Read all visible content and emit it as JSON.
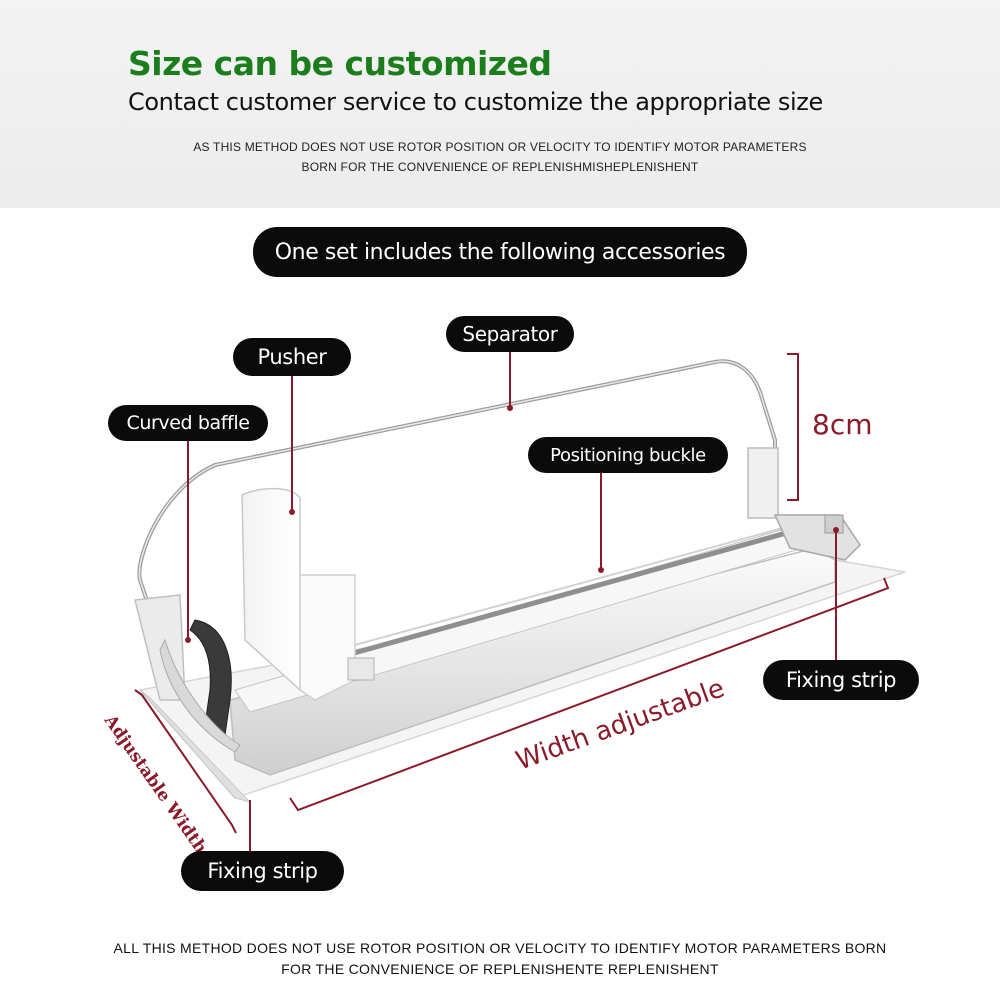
{
  "header": {
    "title": "Size can be customized",
    "subtitle": "Contact customer service to customize the appropriate size",
    "note_line1": "AS THIS METHOD DOES NOT USE ROTOR POSITION OR VELOCITY TO IDENTIFY MOTOR PARAMETERS",
    "note_line2": "BORN FOR THE CONVENIENCE OF REPLENISHMISHEPLENISHENT"
  },
  "banner": {
    "label": "One set includes the following accessories"
  },
  "labels": {
    "separator": "Separator",
    "pusher": "Pusher",
    "curved_baffle": "Curved baffle",
    "positioning_buckle": "Positioning buckle",
    "fixing_strip_right": "Fixing strip",
    "fixing_strip_bottom": "Fixing strip"
  },
  "dimensions": {
    "height": "8cm",
    "width_adjustable": "Width adjustable",
    "adjustable_width": "Adjustable Width"
  },
  "footer": {
    "line1": "ALL THIS METHOD DOES NOT USE ROTOR POSITION OR VELOCITY TO IDENTIFY MOTOR PARAMETERS BORN",
    "line2": "FOR THE CONVENIENCE OF REPLENISHENTE REPLENISHENT"
  },
  "colors": {
    "title_green": "#1b7d1b",
    "pill_black": "#0b0b0b",
    "dimension_red": "#8b1a2b"
  }
}
